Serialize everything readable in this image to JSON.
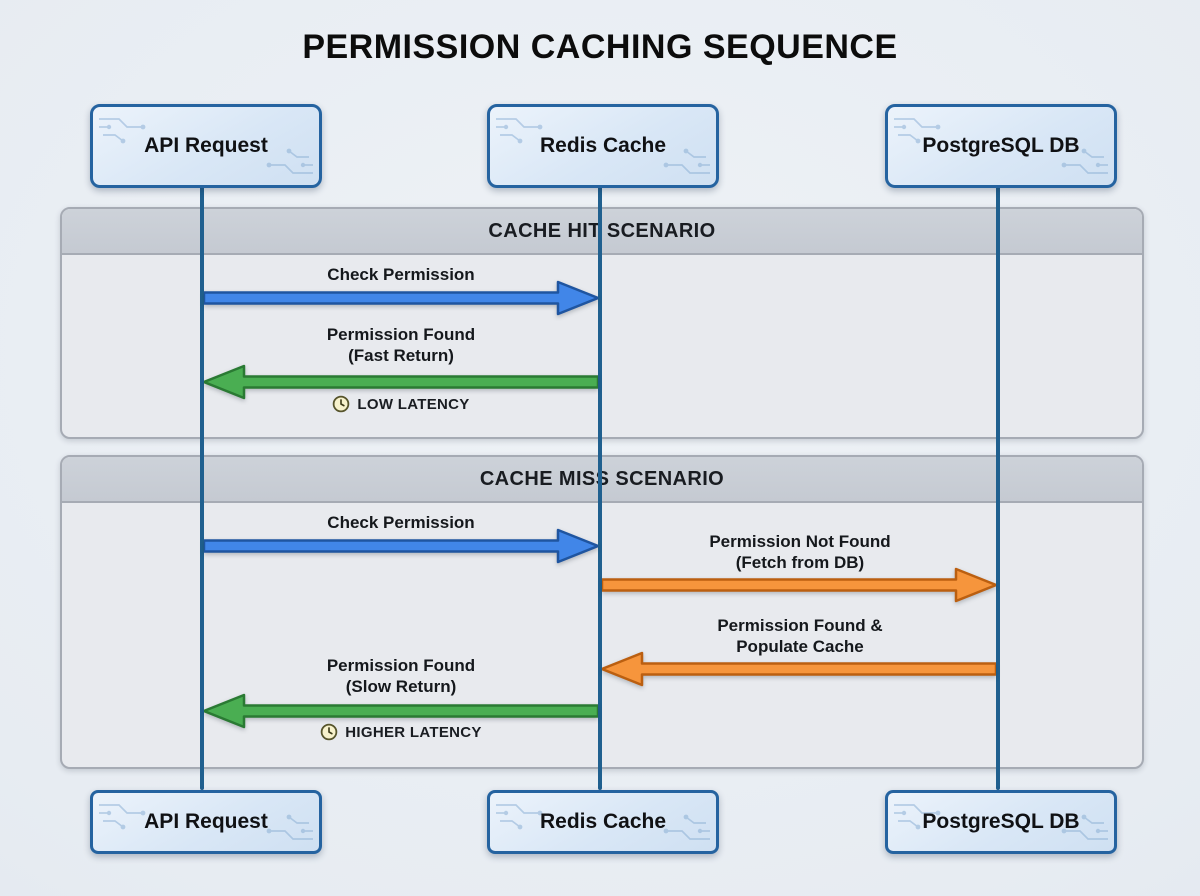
{
  "title": "PERMISSION CACHING SEQUENCE",
  "actors": [
    {
      "label": "API Request"
    },
    {
      "label": "Redis Cache"
    },
    {
      "label": "PostgreSQL DB"
    }
  ],
  "sections": [
    {
      "header": "CACHE HIT SCENARIO",
      "messages": [
        {
          "label": "Check Permission",
          "from": "API Request",
          "to": "Redis Cache",
          "color": "#4186e8"
        },
        {
          "label": "Permission Found\n(Fast Return)",
          "from": "Redis Cache",
          "to": "API Request",
          "color": "#4aae52"
        }
      ],
      "note": "LOW LATENCY"
    },
    {
      "header": "CACHE MISS SCENARIO",
      "messages": [
        {
          "label": "Check Permission",
          "from": "API Request",
          "to": "Redis Cache",
          "color": "#4186e8"
        },
        {
          "label": "Permission Not Found\n(Fetch from DB)",
          "from": "Redis Cache",
          "to": "PostgreSQL DB",
          "color": "#f6953c"
        },
        {
          "label": "Permission Found &\nPopulate Cache",
          "from": "PostgreSQL DB",
          "to": "Redis Cache",
          "color": "#f6953c"
        },
        {
          "label": "Permission Found\n(Slow Return)",
          "from": "Redis Cache",
          "to": "API Request",
          "color": "#4aae52"
        }
      ],
      "note": "HIGHER LATENCY"
    }
  ],
  "colors": {
    "arrow_blue": "#4186e8",
    "arrow_green": "#4aae52",
    "arrow_orange": "#f6953c",
    "lifeline": "#20608f",
    "actor_border": "#2563a0",
    "section_header_bg": "#c9ced6"
  }
}
